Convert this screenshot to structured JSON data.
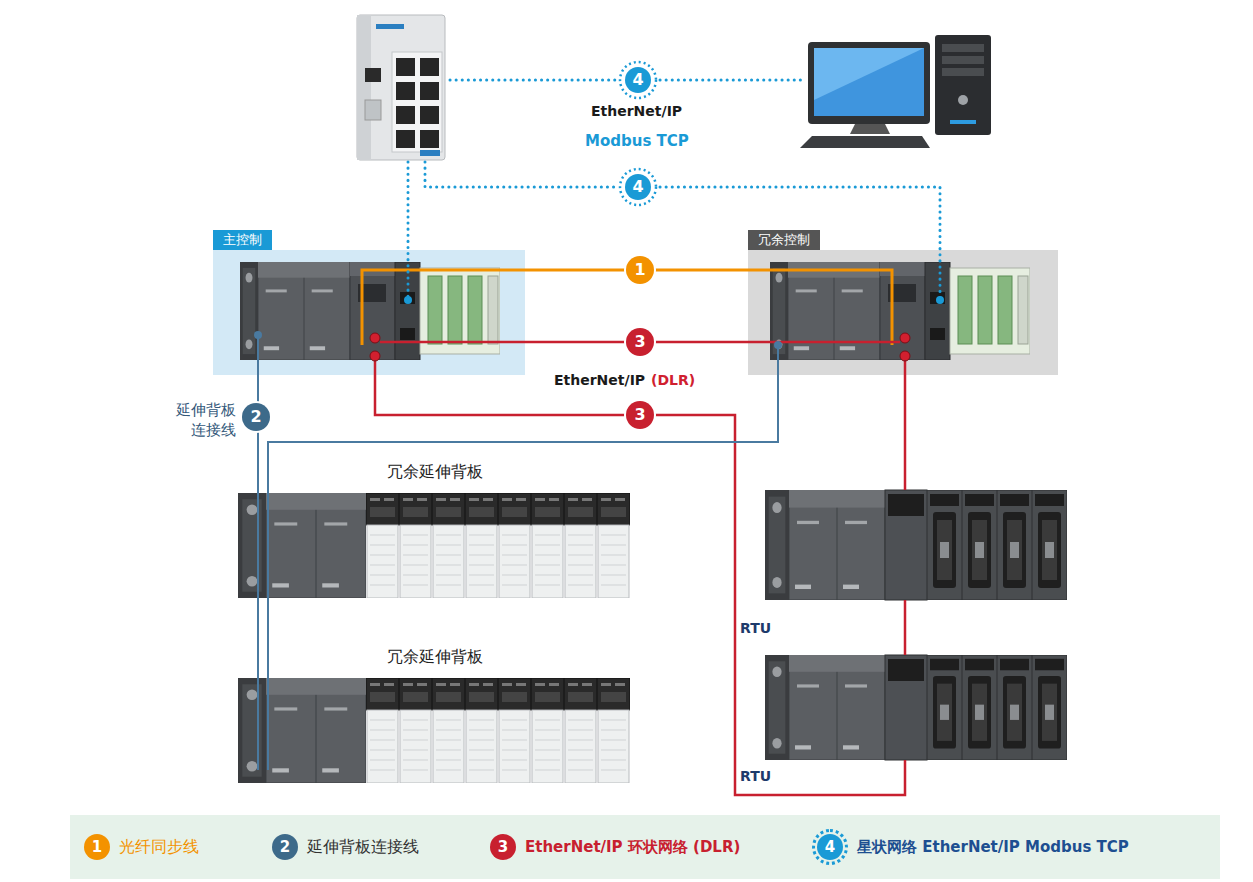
{
  "diagram": {
    "nodes": [
      {
        "text": [
          "主控制"
        ]
      },
      {
        "text": [
          "冗余控制"
        ]
      },
      {
        "text": [
          "冗余延伸背板"
        ]
      },
      {
        "text": [
          "冗余延伸背板"
        ]
      },
      {
        "text": [
          "RTU"
        ]
      },
      {
        "text": [
          "RTU"
        ]
      }
    ],
    "edges": [
      {
        "from": 0,
        "to": 1,
        "arrow": "none",
        "label": "1"
      },
      {
        "from": 0,
        "to": 1,
        "arrow": "none",
        "label": "3"
      },
      {
        "from": 0,
        "to": 5,
        "arrow": "none",
        "label": "3"
      },
      {
        "from": 1,
        "to": 4,
        "arrow": "none"
      },
      {
        "from": 4,
        "to": 5,
        "arrow": "none"
      },
      {
        "from": 0,
        "to": 2,
        "arrow": "none",
        "label": "2"
      },
      {
        "from": 1,
        "to": 2,
        "arrow": "none"
      },
      {
        "from": 2,
        "to": 3,
        "arrow": "none"
      },
      {
        "from": 2,
        "to": 3,
        "arrow": "none"
      }
    ],
    "labels": [
      "4",
      "EtherNet/IP",
      "Modbus TCP",
      "4",
      "EtherNet/IP",
      "(DLR)",
      "延伸背板 连接线",
      "1",
      "2",
      "3",
      "4"
    ],
    "legend": [
      {
        "text": "光纤同步线",
        "color": "#f39200"
      },
      {
        "text": "延伸背板连接线",
        "color": "#3d6a8a"
      },
      {
        "text": "EtherNet/IP 环状网络 (DLR)",
        "color": "#c8202f"
      },
      {
        "text": "星状网络 EtherNet/IP Modbus TCP",
        "color": "#1a9ad6"
      }
    ]
  }
}
